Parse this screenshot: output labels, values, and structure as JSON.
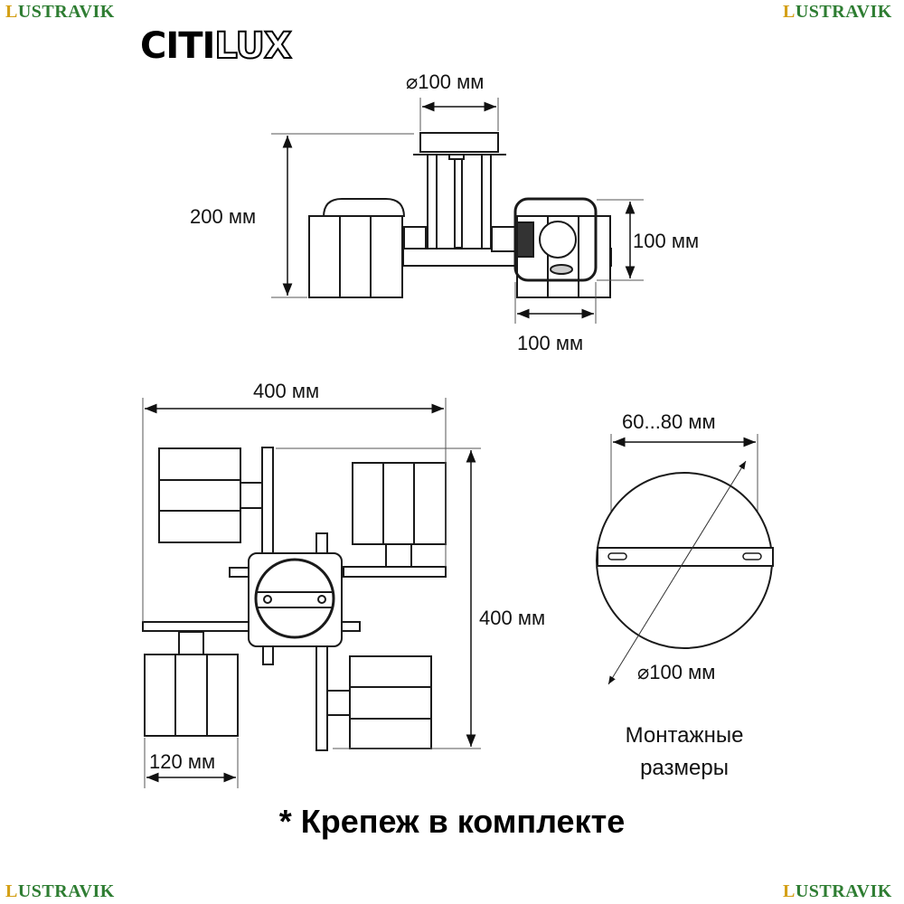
{
  "watermark": {
    "first_letter": "L",
    "rest": "USTRAVIK"
  },
  "brand": {
    "bold": "CITI",
    "outline": "LUX"
  },
  "dimensions": {
    "canopy_diameter": "⌀100 мм",
    "height": "200 мм",
    "shade_height": "100 мм",
    "shade_width": "100 мм",
    "total_width": "400 мм",
    "total_depth": "400 мм",
    "shade_size": "120 мм",
    "bracket_range": "60...80 мм",
    "mount_diameter": "⌀100 мм"
  },
  "mount_caption": {
    "line1": "Монтажные",
    "line2": "размеры"
  },
  "note": "* Крепеж в комплекте",
  "colors": {
    "line": "#1a1a1a",
    "dim": "#555555",
    "watermark": "#2e7d32"
  }
}
